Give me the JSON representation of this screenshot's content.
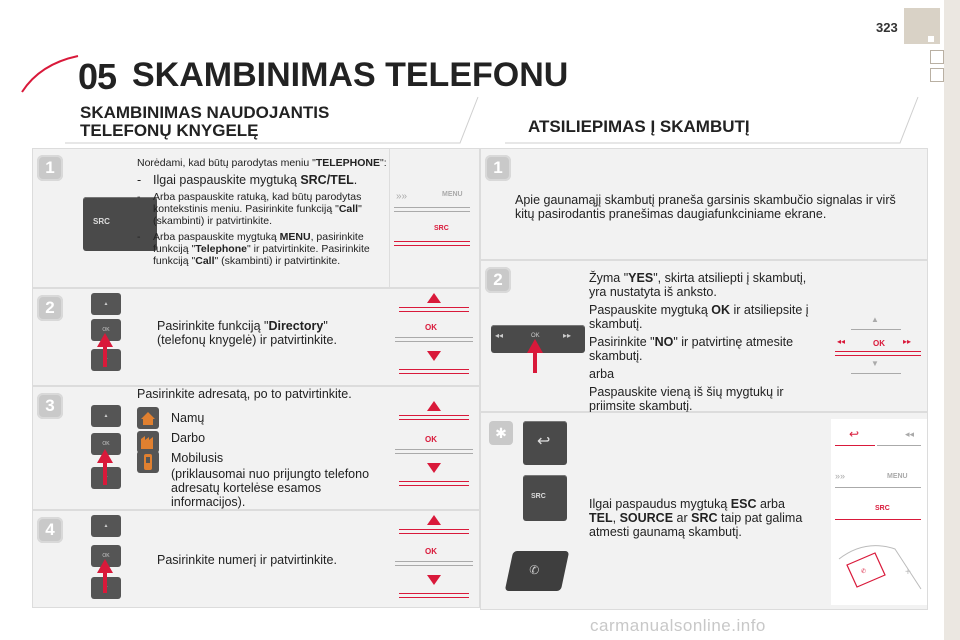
{
  "page": {
    "number": "323",
    "chapter_number": "05",
    "chapter_title": "SKAMBINIMAS TELEFONU"
  },
  "left": {
    "title_line1": "SKAMBINIMAS NAUDOJANTIS",
    "title_line2": "TELEFONŲ KNYGELĘ",
    "step1": {
      "badge": "1",
      "intro_a": "Norėdami, kad būtų parodytas meniu \"",
      "intro_b": "TELEPHONE",
      "intro_c": "\":",
      "bullet1_a": "Ilgai paspauskite mygtuką ",
      "bullet1_b": "SRC/TEL",
      "bullet1_c": ".",
      "bullet2_a": "Arba paspauskite ratuką, kad būtų parodytas kontekstinis meniu. Pasirinkite funkciją \"",
      "bullet2_b": "Call",
      "bullet2_c": "\" (skambinti) ir patvirtinkite.",
      "bullet3_a": "Arba paspauskite mygtuką ",
      "bullet3_b": "MENU",
      "bullet3_c": ", pasirinkite funkciją \"",
      "bullet3_d": "Telephone",
      "bullet3_e": "\" ir patvirtinkite. Pasirinkite funkciją \"",
      "bullet3_f": "Call",
      "bullet3_g": "\" (skambinti) ir patvirtinkite.",
      "dash": "-",
      "btn_label": "SRC",
      "menu_label": "MENU",
      "src_label": "SRC"
    },
    "step2": {
      "badge": "2",
      "text_a": "Pasirinkite funkciją \"",
      "text_b": "Directory",
      "text_c": "\" (telefonų knygelė) ir patvirtinkite.",
      "ok": "OK"
    },
    "step3": {
      "badge": "3",
      "text": "Pasirinkite adresatą, po to patvirtinkite.",
      "opt1": "Namų",
      "opt2": "Darbo",
      "opt3": "Mobilusis",
      "opt3_note": "(priklausomai nuo prijungto telefono adresatų kortelėse esamos informacijos).",
      "ok": "OK"
    },
    "step4": {
      "badge": "4",
      "text": "Pasirinkite numerį ir patvirtinkite.",
      "ok": "OK"
    }
  },
  "right": {
    "title": "ATSILIEPIMAS Į SKAMBUTĮ",
    "step1": {
      "badge": "1",
      "text": "Apie gaunamąjį skambutį praneša garsinis skambučio signalas ir virš kitų pasirodantis pranešimas daugiafunkciniame ekrane."
    },
    "step2": {
      "badge": "2",
      "p1_a": "Žyma \"",
      "p1_b": "YES",
      "p1_c": "\", skirta atsiliepti į skambutį, yra nustatyta iš anksto.",
      "p2_a": "Paspauskite mygtuką ",
      "p2_b": "OK",
      "p2_c": " ir atsiliepsite į skambutį.",
      "p3_a": "Pasirinkite \"",
      "p3_b": "NO",
      "p3_c": "\" ir patvirtinę atmesite skambutį.",
      "p4": "arba",
      "p5": "Paspauskite vieną iš šių mygtukų ir priimsite skambutį.",
      "ok": "OK"
    },
    "step3": {
      "p_a": "Ilgai paspaudus mygtuką ",
      "p_b": "ESC",
      "p_c": " arba ",
      "p_d": "TEL",
      "p_e": ", ",
      "p_f": "SOURCE",
      "p_g": " ar ",
      "p_h": "SRC",
      "p_i": " taip pat galima atmesti gaunamą skambutį.",
      "src_label": "SRC",
      "menu_label": "MENU"
    }
  },
  "footer": {
    "watermark": "carmanualsonline.info"
  },
  "colors": {
    "accent": "#d9193a",
    "panel": "#f2f2f2",
    "tab": "#d9d2c6"
  }
}
